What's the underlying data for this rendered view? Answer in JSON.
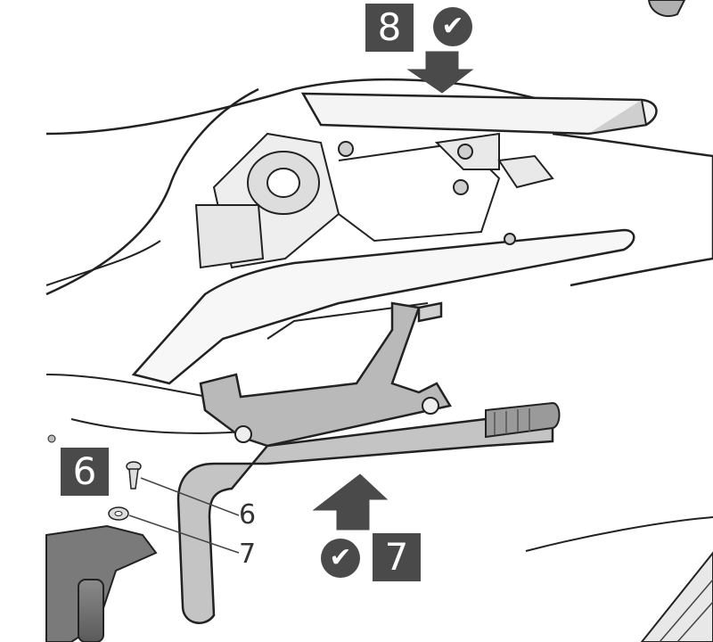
{
  "steps": {
    "step_8": {
      "number": "8",
      "check_glyph": "✔"
    },
    "step_7": {
      "number": "7",
      "check_glyph": "✔"
    },
    "step_6": {
      "number": "6"
    }
  },
  "callouts": {
    "screw_label": "6",
    "washer_label": "7"
  },
  "icons": [
    "check-circle-icon",
    "down-arrow-icon",
    "up-arrow-icon"
  ],
  "colors": {
    "box_fill": "#4a4a4a",
    "bracket_fill": "#b9b9b9",
    "line": "#222222",
    "background": "#ffffff"
  }
}
